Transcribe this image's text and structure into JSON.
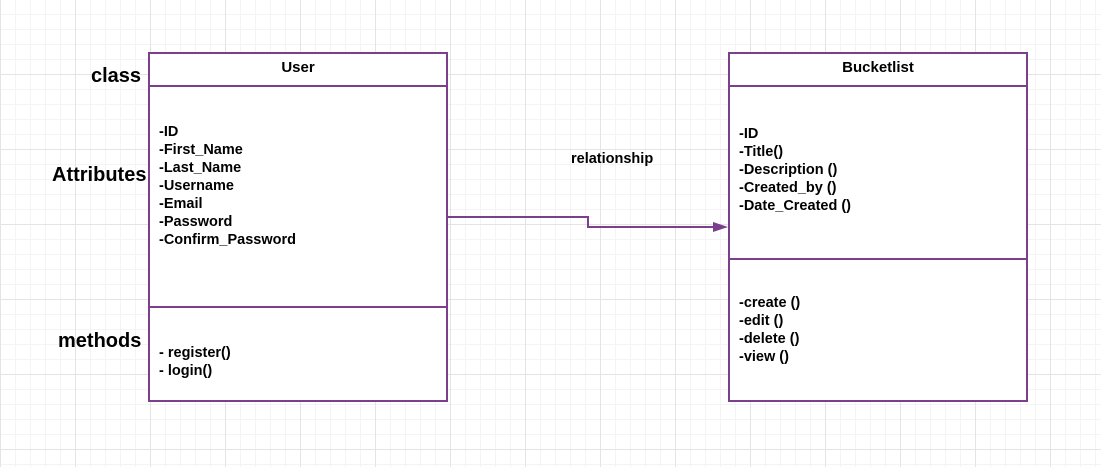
{
  "labels": {
    "class": "class",
    "attributes": "Attributes",
    "methods": "methods"
  },
  "classes": {
    "user": {
      "name": "User",
      "attributes": [
        "-ID",
        "-First_Name",
        "-Last_Name",
        "-Username",
        "-Email",
        "-Password",
        "-Confirm_Password"
      ],
      "methods": [
        "- register()",
        "- login()"
      ]
    },
    "bucketlist": {
      "name": "Bucketlist",
      "attributes": [
        "-ID",
        "-Title()",
        "-Description ()",
        "-Created_by ()",
        "-Date_Created ()"
      ],
      "methods": [
        "-create ()",
        "-edit ()",
        "-delete ()",
        "-view ()"
      ]
    }
  },
  "relationship": {
    "label": "relationship"
  },
  "colors": {
    "border": "#7b3f8c",
    "grid": "#e4e4e4"
  }
}
